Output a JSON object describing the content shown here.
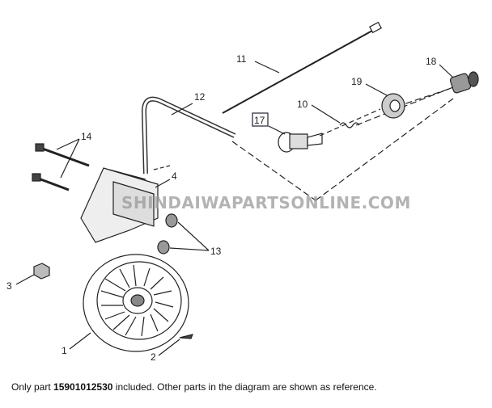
{
  "diagram": {
    "watermark": "SHINDAIWAPARTSONLINE.COM",
    "highlighted_part": "17",
    "labels": [
      "11",
      "12",
      "10",
      "17",
      "18",
      "19",
      "14",
      "4",
      "13",
      "3",
      "1",
      "2"
    ]
  },
  "caption": {
    "prefix": "Only part",
    "part_number": "15901012530",
    "suffix": "included. Other parts in the diagram are shown as reference."
  }
}
